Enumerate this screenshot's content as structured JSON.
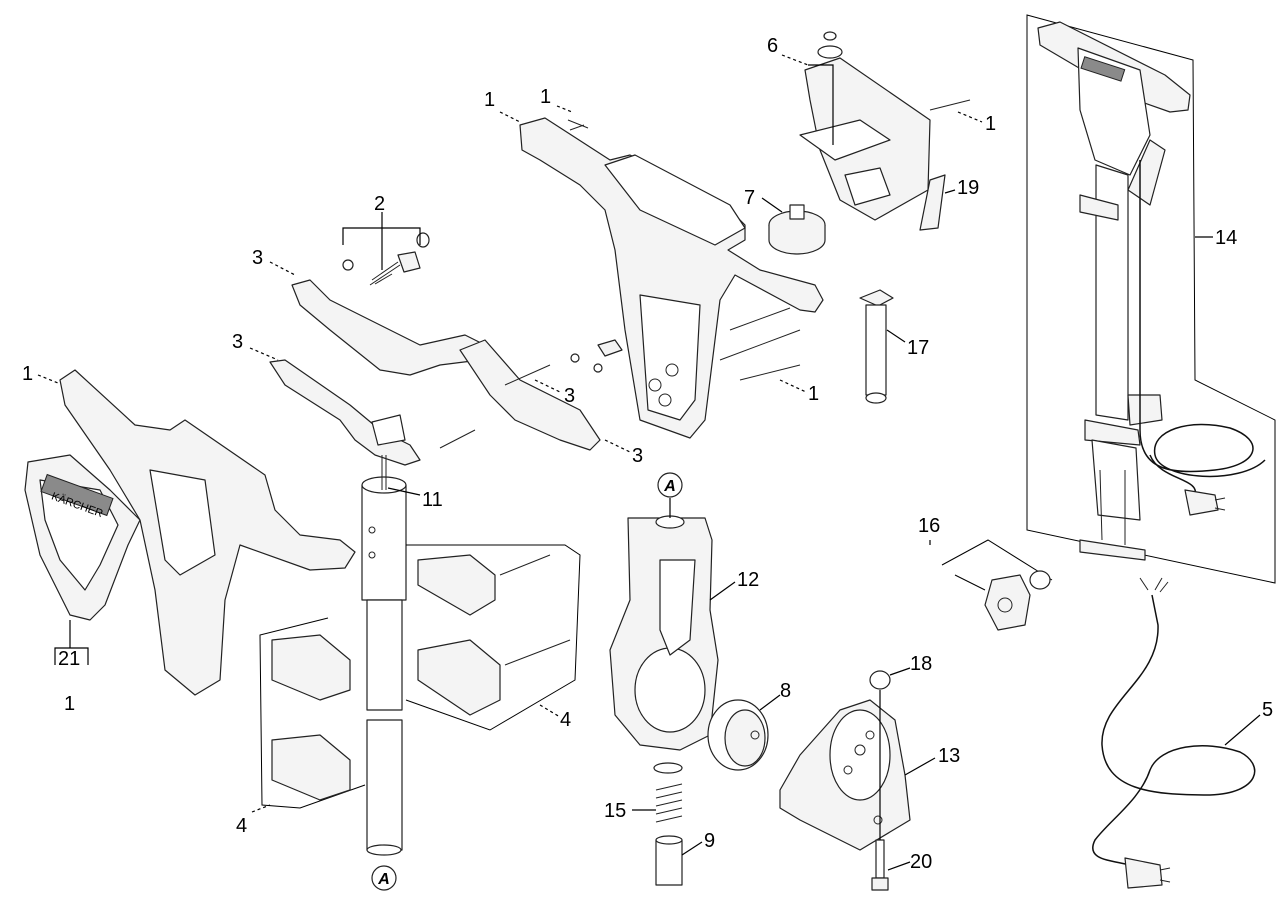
{
  "callouts": [
    {
      "id": "c1a",
      "text": "1"
    },
    {
      "id": "c1b",
      "text": "1"
    },
    {
      "id": "c1c",
      "text": "1"
    },
    {
      "id": "c1d",
      "text": "1"
    },
    {
      "id": "c1e",
      "text": "1"
    },
    {
      "id": "c1f",
      "text": "1"
    },
    {
      "id": "c2",
      "text": "2"
    },
    {
      "id": "c3a",
      "text": "3"
    },
    {
      "id": "c3b",
      "text": "3"
    },
    {
      "id": "c3c",
      "text": "3"
    },
    {
      "id": "c3d",
      "text": "3"
    },
    {
      "id": "c4a",
      "text": "4"
    },
    {
      "id": "c4b",
      "text": "4"
    },
    {
      "id": "c5",
      "text": "5"
    },
    {
      "id": "c6",
      "text": "6"
    },
    {
      "id": "c7",
      "text": "7"
    },
    {
      "id": "c8",
      "text": "8"
    },
    {
      "id": "c9",
      "text": "9"
    },
    {
      "id": "c11",
      "text": "11"
    },
    {
      "id": "c12",
      "text": "12"
    },
    {
      "id": "c13",
      "text": "13"
    },
    {
      "id": "c14",
      "text": "14"
    },
    {
      "id": "c15",
      "text": "15"
    },
    {
      "id": "c16",
      "text": "16"
    },
    {
      "id": "c17",
      "text": "17"
    },
    {
      "id": "c18",
      "text": "18"
    },
    {
      "id": "c19",
      "text": "19"
    },
    {
      "id": "c20",
      "text": "20"
    },
    {
      "id": "c21",
      "text": "21"
    }
  ],
  "connectors": {
    "top": "A",
    "bottom": "A"
  },
  "brand_mark": "KÄRCHER"
}
